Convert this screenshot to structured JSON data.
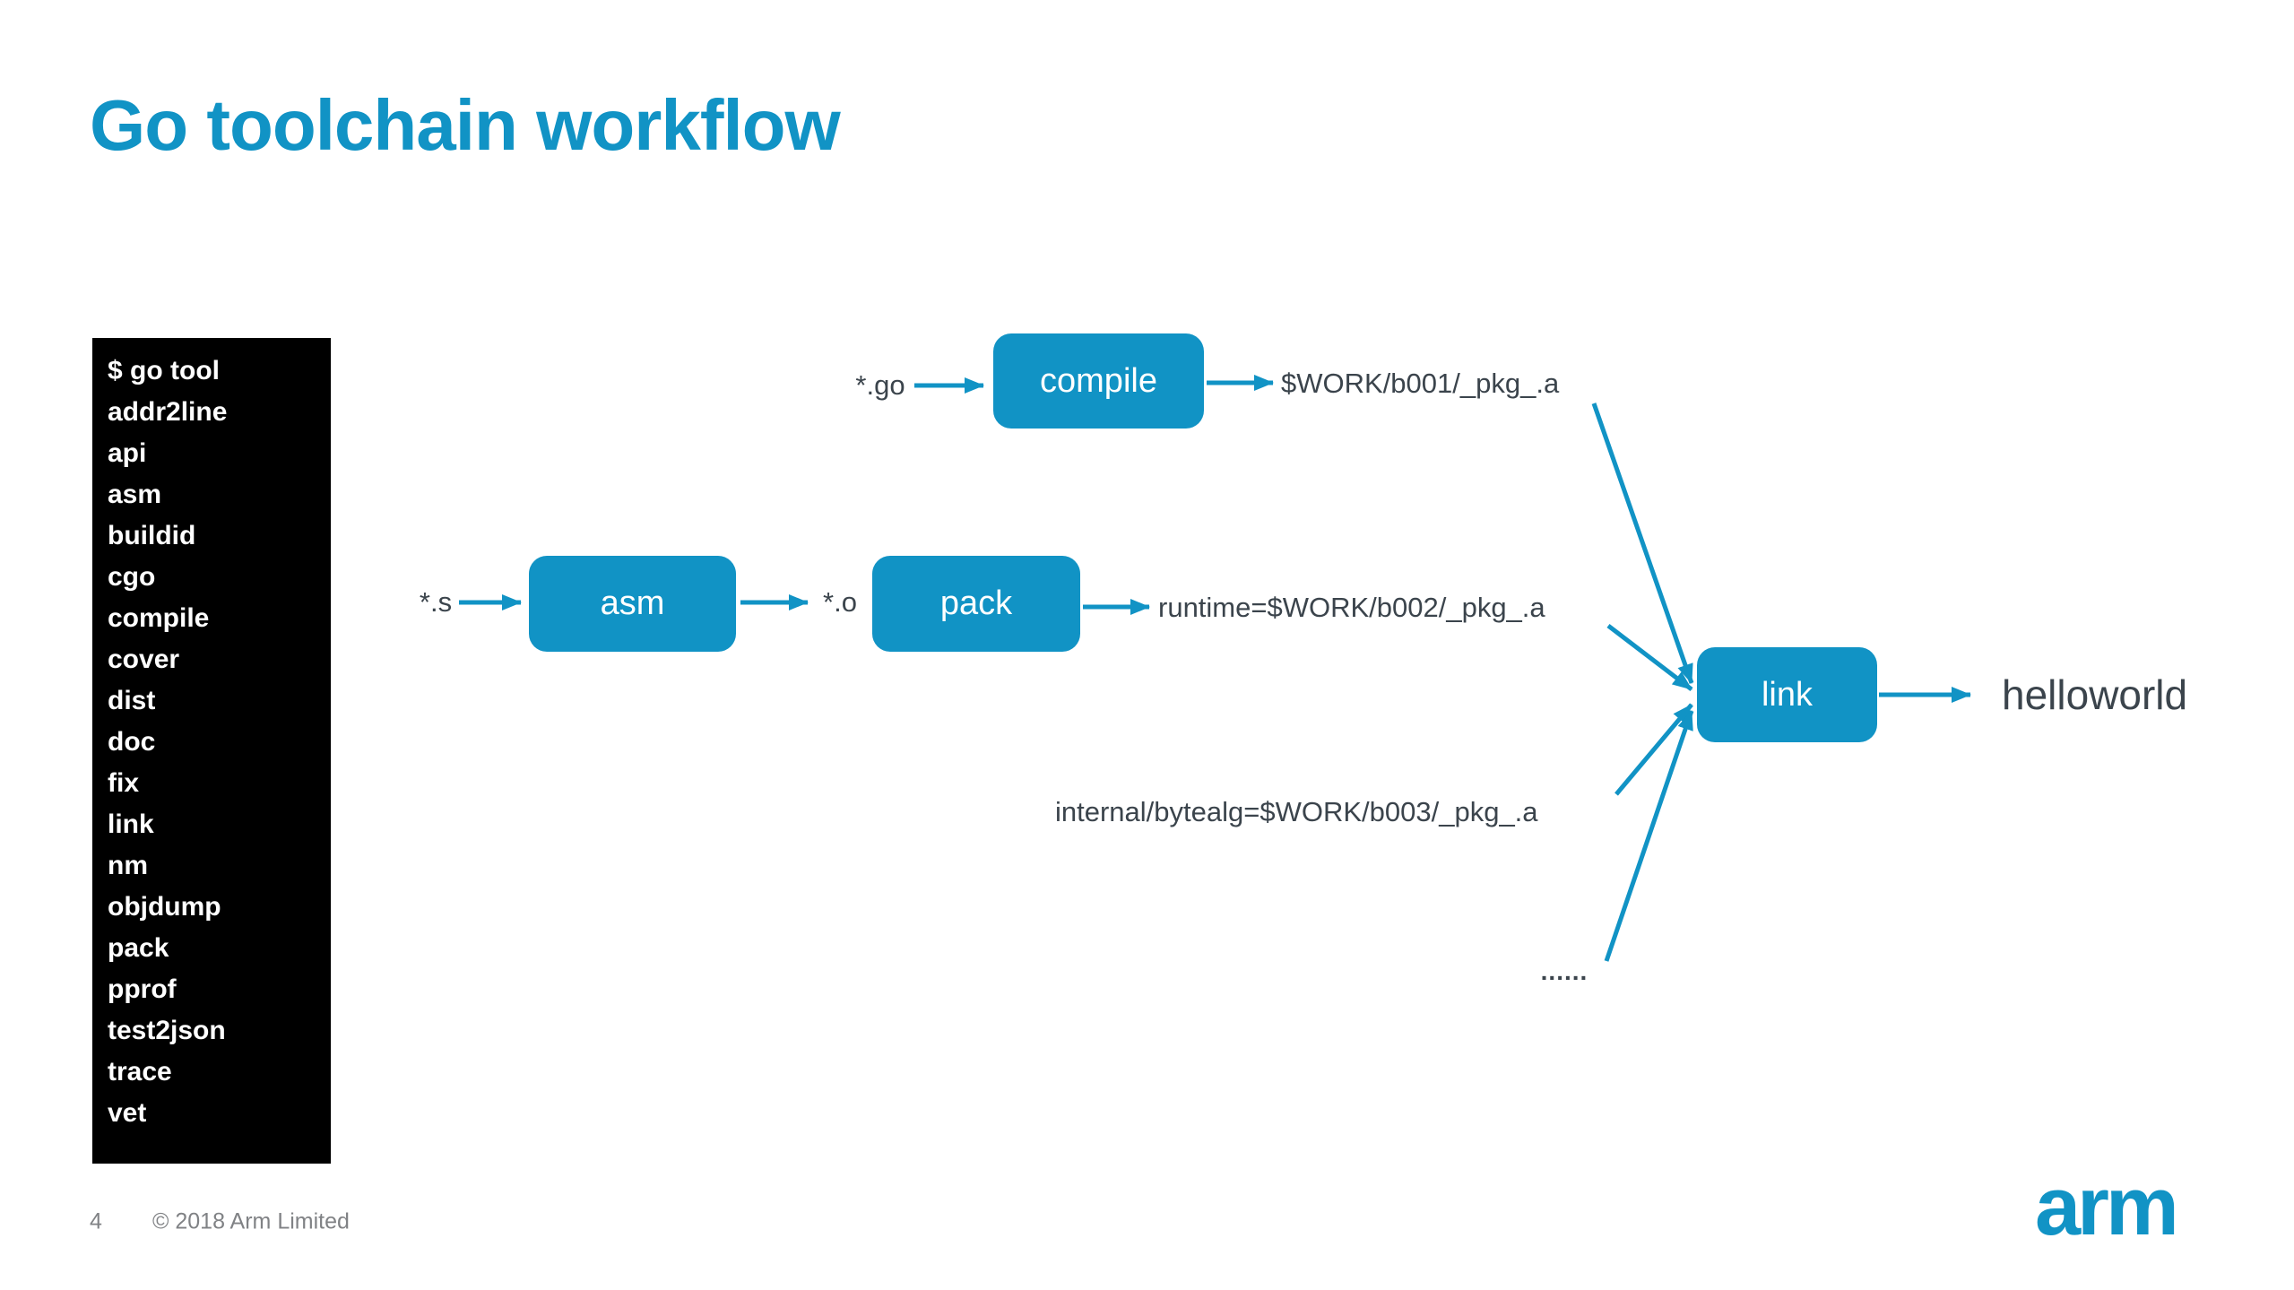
{
  "slide": {
    "title": "Go toolchain workflow",
    "footer": {
      "page_number": "4",
      "copyright": "© 2018 Arm Limited"
    },
    "logo_text": "arm",
    "colors": {
      "accent": "#1193c5",
      "text": "#3b444c",
      "footer_text": "#808285",
      "terminal_bg": "#000000",
      "terminal_text": "#ffffff"
    }
  },
  "terminal": {
    "lines": [
      "$ go tool",
      "addr2line",
      "api",
      "asm",
      "buildid",
      "cgo",
      "compile",
      "cover",
      "dist",
      "doc",
      "fix",
      "link",
      "nm",
      "objdump",
      "pack",
      "pprof",
      "test2json",
      "trace",
      "vet"
    ]
  },
  "diagram": {
    "nodes": {
      "compile": "compile",
      "asm": "asm",
      "pack": "pack",
      "link": "link"
    },
    "labels": {
      "go_sources": "*.go",
      "compile_output": "$WORK/b001/_pkg_.a",
      "asm_sources": "*.s",
      "object_files": "*.o",
      "runtime_archive": "runtime=$WORK/b002/_pkg_.a",
      "bytealg_archive": "internal/bytealg=$WORK/b003/_pkg_.a",
      "more_inputs": "......",
      "final_output": "helloworld"
    }
  }
}
